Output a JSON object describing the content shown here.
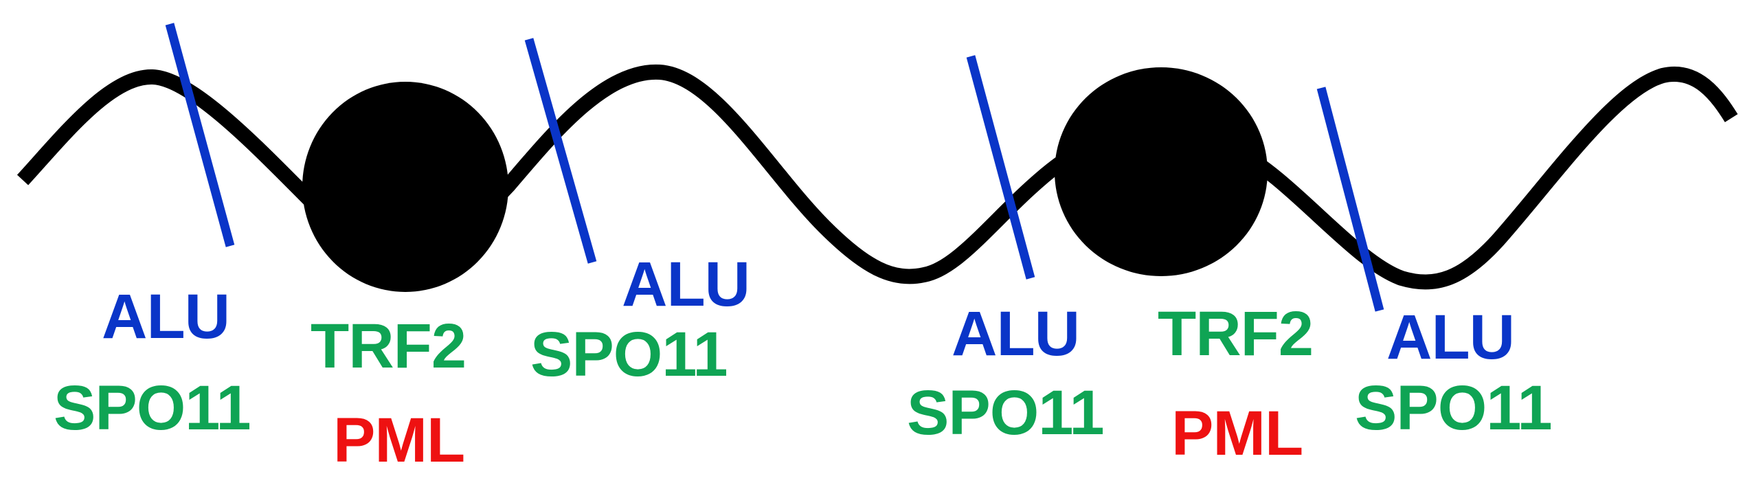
{
  "colors": {
    "dna": "#000000",
    "alu_marker": "#0a35c8",
    "alu_text": "#0a35c8",
    "spo11_text": "#0fa454",
    "trf2_text": "#0fa454",
    "pml_text": "#ee1111"
  },
  "sites": [
    {
      "type": "ALU",
      "labels": {
        "alu": "ALU",
        "spo11": "SPO11"
      }
    },
    {
      "type": "ALU",
      "labels": {
        "alu": "ALU",
        "spo11": "SPO11"
      }
    },
    {
      "type": "ALU",
      "labels": {
        "alu": "ALU",
        "spo11": "SPO11"
      }
    },
    {
      "type": "ALU",
      "labels": {
        "alu": "ALU",
        "spo11": "SPO11"
      }
    }
  ],
  "nucleosomes": [
    {
      "labels": {
        "trf2": "TRF2",
        "pml": "PML"
      }
    },
    {
      "labels": {
        "trf2": "TRF2",
        "pml": "PML"
      }
    }
  ]
}
